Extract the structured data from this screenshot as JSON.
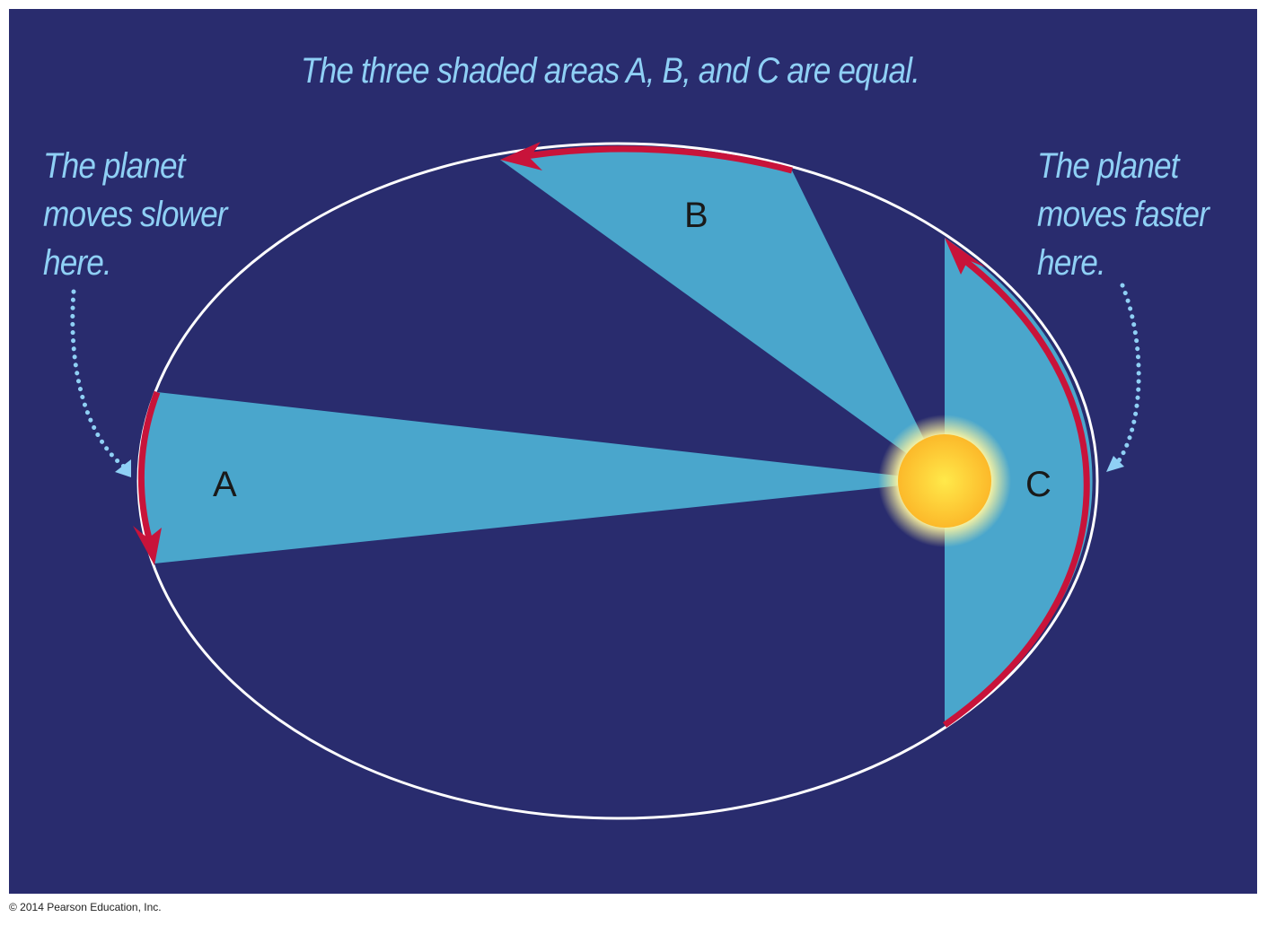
{
  "title": "The three shaded areas A, B, and C are equal.",
  "note_left": "The planet\nmoves slower\nhere.",
  "note_right": "The planet\nmoves faster\nhere.",
  "areas": [
    "A",
    "B",
    "C"
  ],
  "copyright": "© 2014 Pearson Education, Inc.",
  "colors": {
    "background": "#292c6e",
    "area": "#4aa6cc",
    "orbit": "#ffffff",
    "motion": "#c8133a",
    "sun": "#ffd21f",
    "text": "#8fd0f5"
  }
}
